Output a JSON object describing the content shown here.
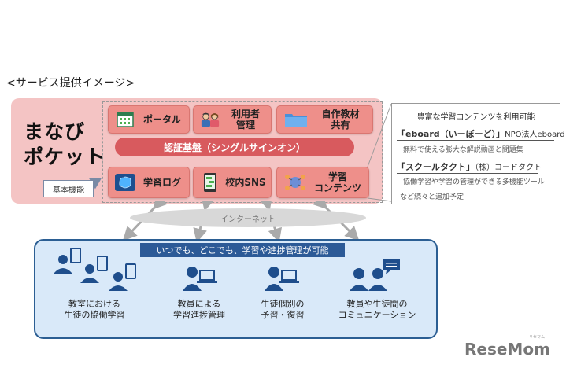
{
  "caption": "<サービス提供イメージ>",
  "brand": {
    "line1": "まなび",
    "line2": "ポケット"
  },
  "tiles": {
    "portal": "ポータル",
    "users_line1": "利用者",
    "users_line2": "管理",
    "materials_line1": "自作教材",
    "materials_line2": "共有",
    "log": "学習ログ",
    "sns": "校内SNS",
    "contents_line1": "学習",
    "contents_line2": "コンテンツ"
  },
  "auth_bar": "認証基盤（シングルサインオン）",
  "basic_function": "基本機能",
  "info": {
    "title": "豊富な学習コンテンツを利用可能",
    "line1_bold": "「eboard（いーぼーど）」",
    "line1_rest": "NPO法人eboard",
    "line1_sub": "無料で使える膨大な解説動画と問題集",
    "line2_bold": "「スクールタクト」",
    "line2_rest": "（株）コードタクト",
    "line2_sub": "協働学習や学習の管理ができる多機能ツール",
    "line3": "など続々と追加予定"
  },
  "internet": "インターネット",
  "banner": "いつでも、どこでも、学習や進捗管理が可能",
  "features": [
    {
      "line1": "教室における",
      "line2": "生徒の協働学習"
    },
    {
      "line1": "教員による",
      "line2": "学習進捗管理"
    },
    {
      "line1": "生徒個別の",
      "line2": "予習・復習"
    },
    {
      "line1": "教員や生徒間の",
      "line2": "コミュニケーション"
    }
  ],
  "logo": "ReseMom",
  "logo_sub": "リセマム",
  "colors": {
    "pink_panel": "#f4c4c4",
    "tile": "#ee8f8a",
    "auth_bar": "#d85a5e",
    "blue_panel": "#d9e9f9",
    "navy": "#2c5a97"
  }
}
